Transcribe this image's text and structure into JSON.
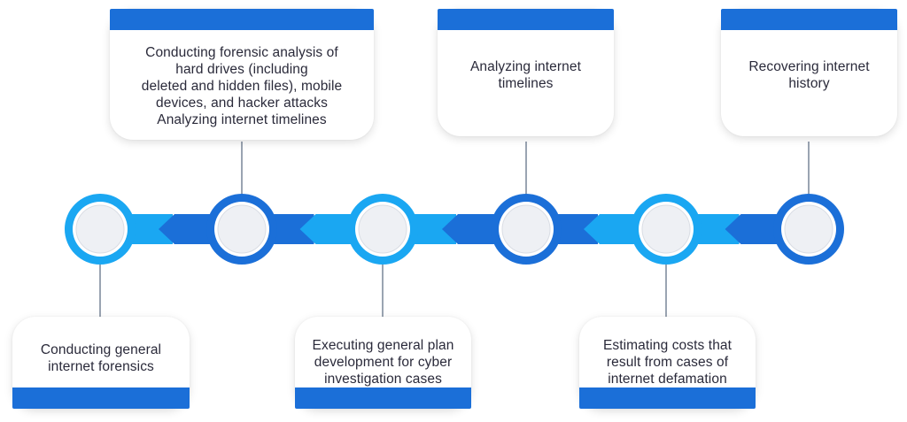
{
  "colors": {
    "light_blue": "#1aa7f2",
    "dark_blue": "#1b6fd8",
    "node_inner": "#eef0f4",
    "connector": "#9aa4b2",
    "card_band": "#1b6fd8",
    "text": "#2a2a3a"
  },
  "milestones": [
    {
      "text": "Conducting general\ninternet forensics",
      "position": "bottom",
      "node_color": "light_blue"
    },
    {
      "text": "Conducting forensic analysis of\nhard drives (including\ndeleted and hidden files), mobile\ndevices, and hacker attacks\nAnalyzing internet timelines",
      "position": "top",
      "node_color": "dark_blue"
    },
    {
      "text": "Executing general plan\ndevelopment for cyber\ninvestigation cases",
      "position": "bottom",
      "node_color": "light_blue"
    },
    {
      "text": "Analyzing internet\ntimelines",
      "position": "top",
      "node_color": "dark_blue"
    },
    {
      "text": "Estimating costs that\nresult from cases of\ninternet defamation",
      "position": "bottom",
      "node_color": "light_blue"
    },
    {
      "text": "Recovering internet\nhistory",
      "position": "top",
      "node_color": "dark_blue"
    }
  ]
}
